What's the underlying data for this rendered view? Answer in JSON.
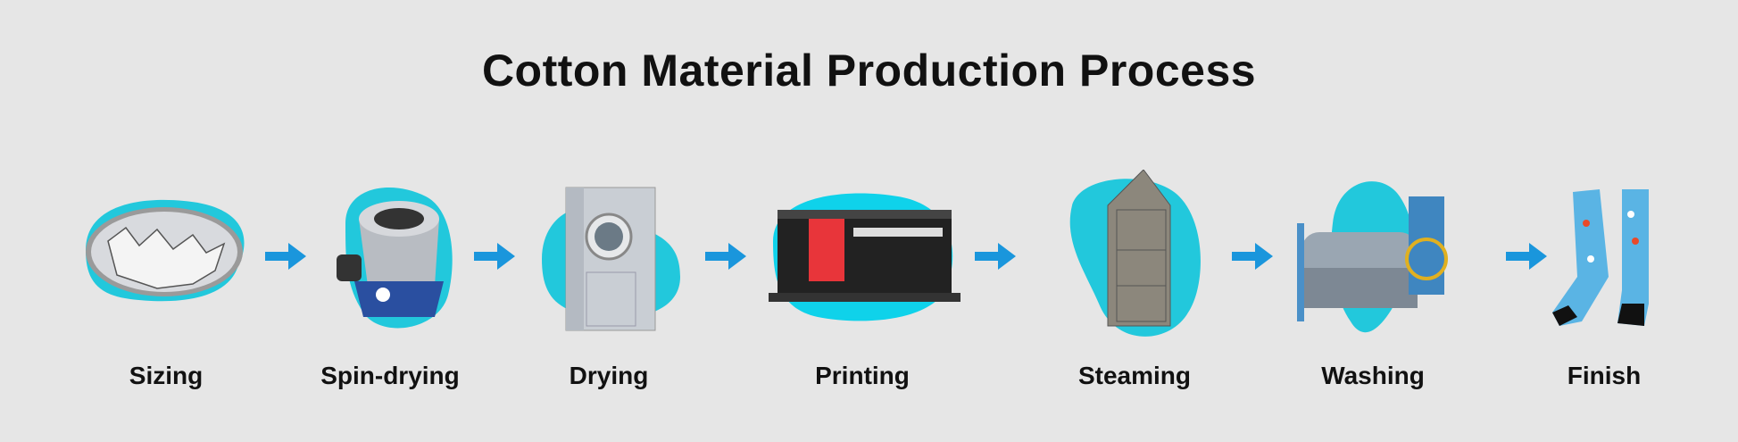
{
  "title": "Cotton Material Production Process",
  "accent_color": "#22c8dc",
  "arrow_color": "#1a96dc",
  "steps": [
    {
      "label": "Sizing",
      "icon": "sizing-tub-icon"
    },
    {
      "label": "Spin-drying",
      "icon": "spin-dryer-icon"
    },
    {
      "label": "Drying",
      "icon": "dryer-machine-icon"
    },
    {
      "label": "Printing",
      "icon": "printer-machine-icon"
    },
    {
      "label": "Steaming",
      "icon": "steamer-cabinet-icon"
    },
    {
      "label": "Washing",
      "icon": "washing-machine-icon"
    },
    {
      "label": "Finish",
      "icon": "socks-icon"
    }
  ]
}
